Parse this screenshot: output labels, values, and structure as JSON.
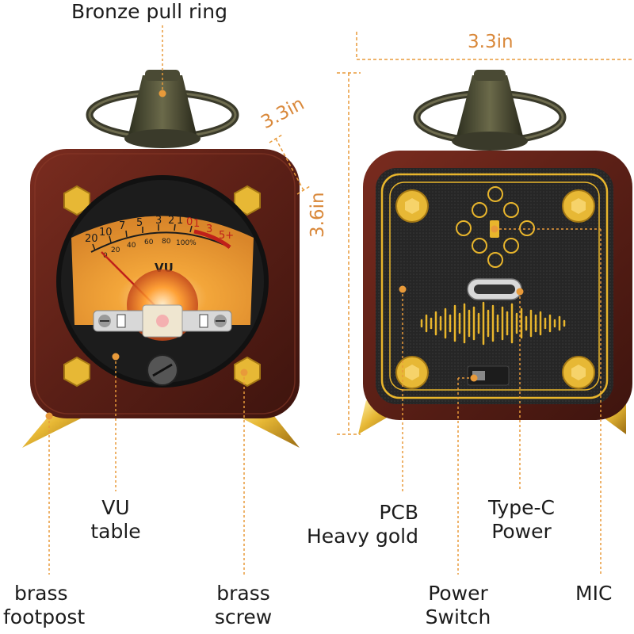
{
  "labels": {
    "pull_ring": "Bronze pull ring",
    "vu_line1": "VU",
    "vu_line2": "table",
    "pcb_line1": "PCB",
    "pcb_line2": "Heavy gold",
    "typec_line1": "Type-C",
    "typec_line2": "Power",
    "brass_footpost_line1": "brass",
    "brass_footpost_line2": "footpost",
    "brass_screw_line1": "brass",
    "brass_screw_line2": "screw",
    "power_switch_line1": "Power",
    "power_switch_line2": "Switch",
    "mic": "MIC"
  },
  "dimensions": {
    "width_top": "3.3in",
    "depth": "3.3in",
    "height": "3.6in"
  },
  "meter": {
    "scale_top": [
      "20",
      "10",
      "7",
      "5",
      "3",
      "2",
      "1",
      "0",
      "1",
      "3",
      "5+"
    ],
    "scale_bottom": [
      "0",
      "20",
      "40",
      "60",
      "80",
      "100%"
    ],
    "title": "VU"
  },
  "colors": {
    "wood": "#5a1f16",
    "brass": "#e0b030",
    "meter_face": "#f3a63a",
    "grille": "#2b2b2b",
    "gold_pcb": "#e8b52c",
    "accent_line": "#e89a3a"
  }
}
